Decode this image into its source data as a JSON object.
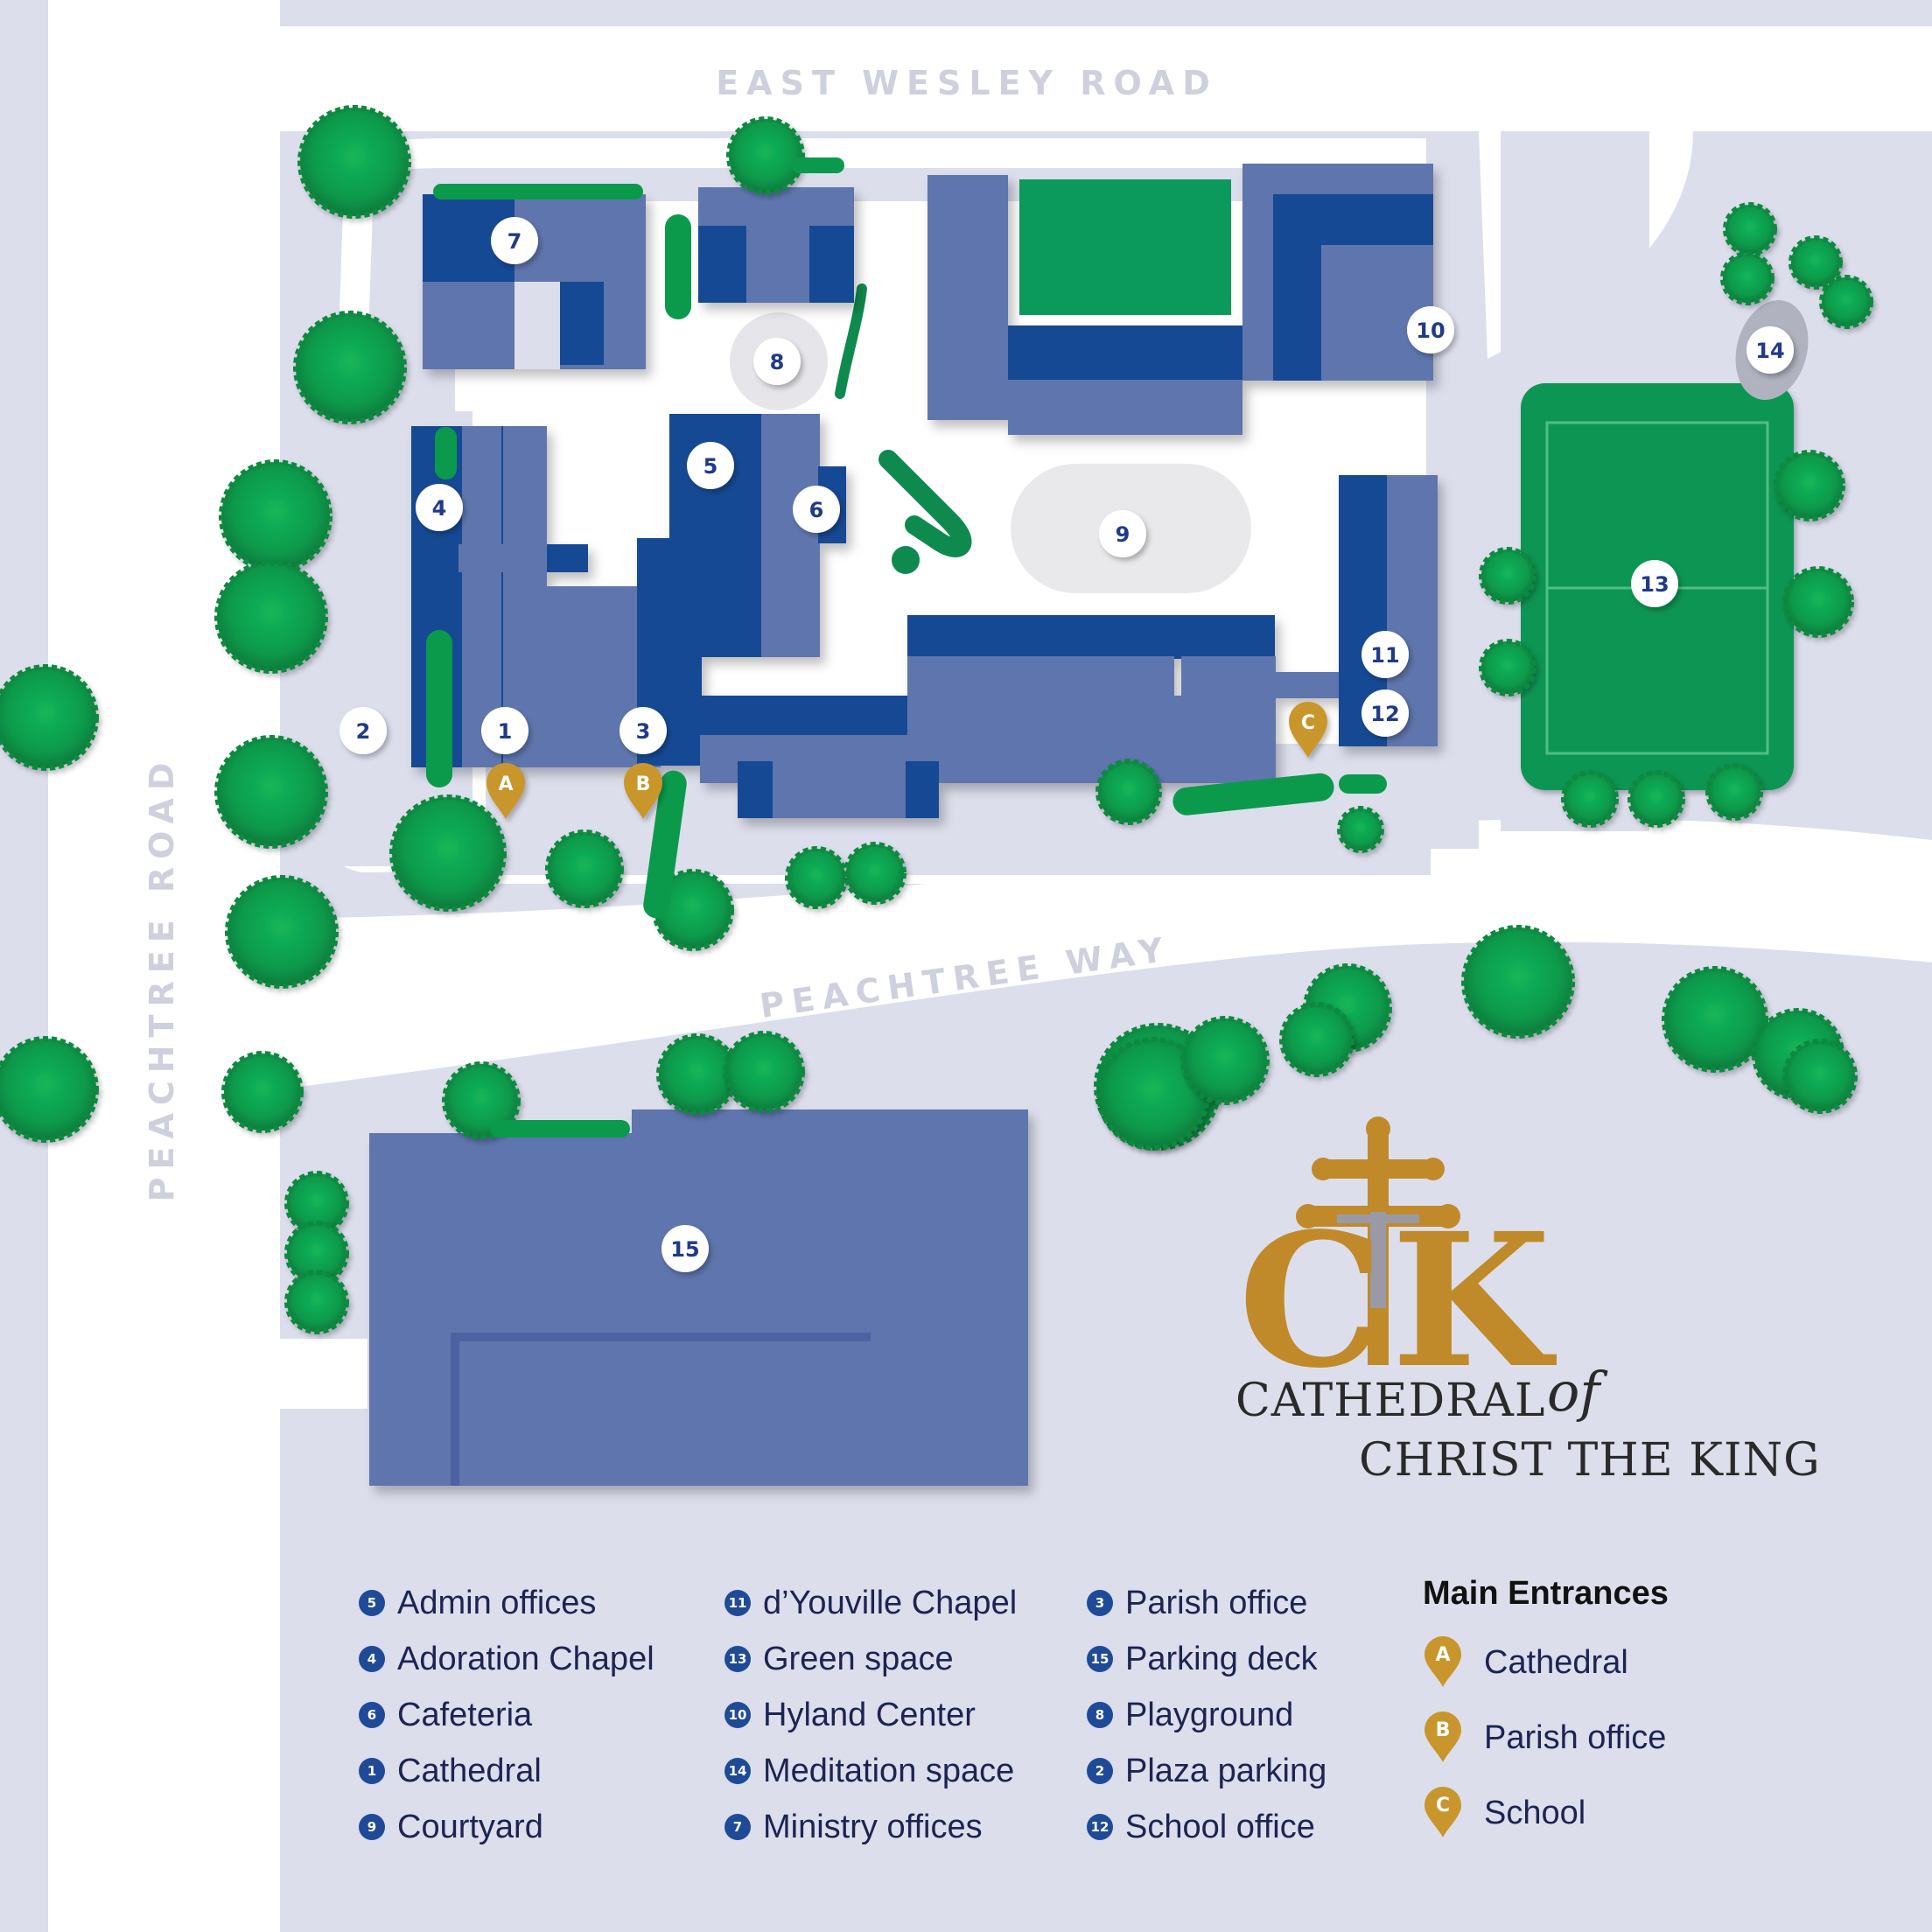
{
  "roads": {
    "north": "EAST WESLEY ROAD",
    "west": "PEACHTREE ROAD",
    "middle": "PEACHTREE WAY"
  },
  "markers": [
    "1",
    "2",
    "3",
    "4",
    "5",
    "6",
    "7",
    "8",
    "9",
    "10",
    "11",
    "12",
    "13",
    "14",
    "15"
  ],
  "entrances": [
    "A",
    "B",
    "C"
  ],
  "logo": {
    "monogram_left": "C",
    "monogram_right": "K",
    "line1": "CATHEDRAL",
    "of": "of",
    "line2": "CHRIST THE KING"
  },
  "legend": {
    "col1": [
      {
        "num": "5",
        "label": "Admin offices"
      },
      {
        "num": "4",
        "label": "Adoration Chapel"
      },
      {
        "num": "6",
        "label": "Cafeteria"
      },
      {
        "num": "1",
        "label": "Cathedral"
      },
      {
        "num": "9",
        "label": "Courtyard"
      }
    ],
    "col2": [
      {
        "num": "11",
        "label": "d’Youville Chapel"
      },
      {
        "num": "13",
        "label": "Green space"
      },
      {
        "num": "10",
        "label": "Hyland Center"
      },
      {
        "num": "14",
        "label": "Meditation space"
      },
      {
        "num": "7",
        "label": "Ministry offices"
      }
    ],
    "col3": [
      {
        "num": "3",
        "label": "Parish office"
      },
      {
        "num": "15",
        "label": "Parking deck"
      },
      {
        "num": "8",
        "label": "Playground"
      },
      {
        "num": "2",
        "label": "Plaza parking"
      },
      {
        "num": "12",
        "label": "School office"
      }
    ],
    "entrances_title": "Main Entrances",
    "entrance_items": [
      {
        "letter": "A",
        "label": "Cathedral"
      },
      {
        "letter": "B",
        "label": "Parish office"
      },
      {
        "letter": "C",
        "label": "School"
      }
    ]
  },
  "colors": {
    "background": "#dcdeec",
    "road": "#ffffff",
    "building_light": "#5e74ad",
    "building_dark": "#174a94",
    "tree": "#0a9a4a",
    "field": "#0b9552",
    "entrance_gold": "#c8962c",
    "marker_text": "#203a8a"
  }
}
